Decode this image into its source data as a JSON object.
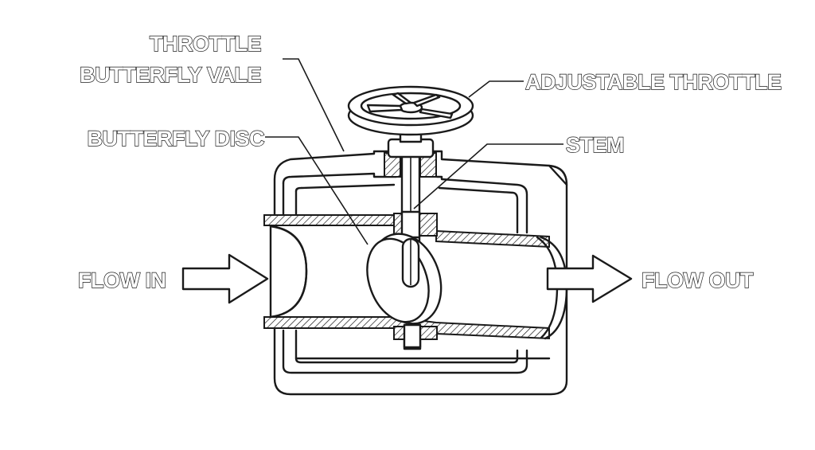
{
  "colors": {
    "line": "#1a1a1a",
    "background": "#ffffff"
  },
  "labels": {
    "throttle_valve_line1": "THROTTLE",
    "throttle_valve_line2": "BUTTERFLY VALE",
    "adjustable_throttle": "ADJUSTABLE THROTTLE",
    "butterfly_disc": "BUTTERFLY DISC",
    "stem": "STEM",
    "flow_in": "FLOW IN",
    "flow_out": "FLOW OUT"
  }
}
